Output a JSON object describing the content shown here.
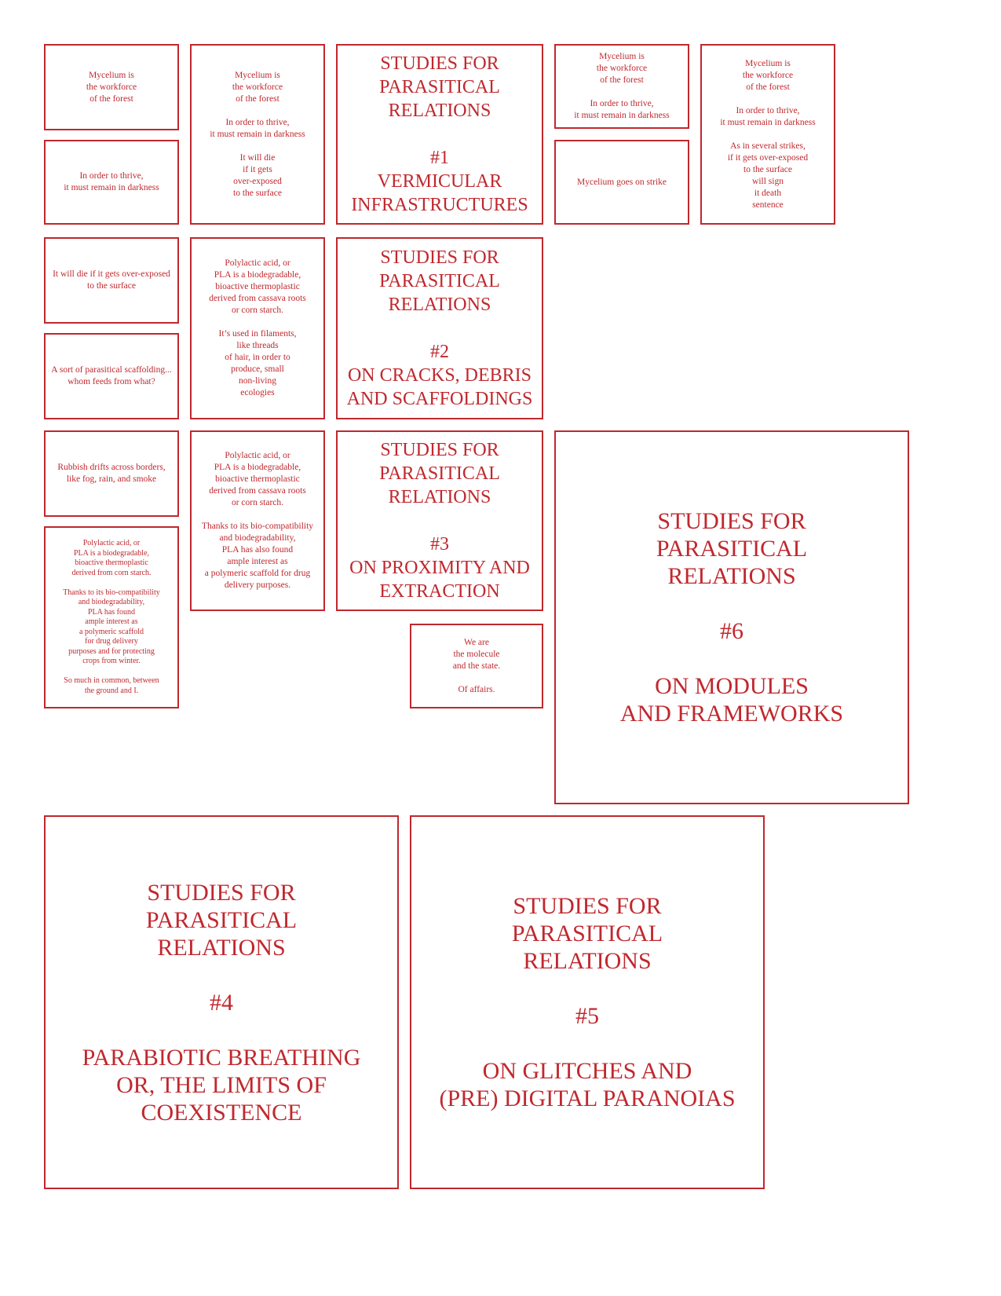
{
  "cards": [
    {
      "text": "Mycelium is\nthe workforce\nof the forest"
    },
    {
      "text": "In order to thrive,\nit must remain in darkness"
    },
    {
      "text": "Mycelium is\nthe workforce\nof the forest\n\nIn order to thrive,\nit must remain in darkness\n\nIt will die\nif it gets\nover-exposed\nto the surface"
    },
    {
      "text": "STUDIES FOR\nPARASITICAL\nRELATIONS\n\n#1\nVERMICULAR\nINFRASTRUCTURES"
    },
    {
      "text": "Mycelium is\nthe workforce\nof the forest\n\nIn order to thrive,\nit must remain in darkness"
    },
    {
      "text": "Mycelium goes on strike"
    },
    {
      "text": "Mycelium is\nthe workforce\nof the forest\n\nIn order to thrive,\nit must remain in darkness\n\nAs in several strikes,\nif it gets over-exposed\nto the surface\nwill sign\nit death\nsentence"
    },
    {
      "text": "It will die if it gets over-exposed\nto the surface"
    },
    {
      "text": "A sort of parasitical scaffolding...\nwhom feeds from what?"
    },
    {
      "text": "Polylactic acid, or\nPLA is a biodegradable,\nbioactive thermoplastic\nderived from cassava roots\nor corn starch.\n\nIt’s used in filaments,\nlike threads\nof hair, in order to\nproduce, small\nnon-living\necologies"
    },
    {
      "text": "STUDIES FOR\nPARASITICAL\nRELATIONS\n\n#2\nON CRACKS, DEBRIS\nAND SCAFFOLDINGS"
    },
    {
      "text": "Rubbish drifts across borders,\nlike fog, rain, and smoke"
    },
    {
      "text": "Polylactic acid, or\nPLA is a biodegradable,\nbioactive thermoplastic\nderived from corn starch.\n\nThanks to its bio-compatibility\nand biodegradability,\nPLA has found\nample interest as\na polymeric scaffold\nfor drug delivery\npurposes and for protecting\ncrops from winter.\n\nSo much in common, between\nthe ground and I."
    },
    {
      "text": "Polylactic acid, or\nPLA is a biodegradable,\nbioactive thermoplastic\nderived from cassava roots\nor corn starch.\n\nThanks to its bio-compatibility\nand biodegradability,\nPLA has also found\nample interest as\na polymeric scaffold for drug\ndelivery purposes."
    },
    {
      "text": "STUDIES FOR\nPARASITICAL\nRELATIONS\n\n#3\nON PROXIMITY AND\nEXTRACTION"
    },
    {
      "text": "We are\nthe molecule\nand the state.\n\nOf affairs."
    },
    {
      "text": "STUDIES FOR\nPARASITICAL\nRELATIONS\n\n#6\n\nON MODULES\nAND FRAMEWORKS"
    },
    {
      "text": "STUDIES FOR\nPARASITICAL\nRELATIONS\n\n#4\n\nPARABIOTIC BREATHING\nOR, THE LIMITS OF\nCOEXISTENCE"
    },
    {
      "text": "STUDIES FOR\nPARASITICAL\nRELATIONS\n\n#5\n\nON GLITCHES AND\n(PRE) DIGITAL PARANOIAS"
    }
  ],
  "accent_color": "#c0282e"
}
